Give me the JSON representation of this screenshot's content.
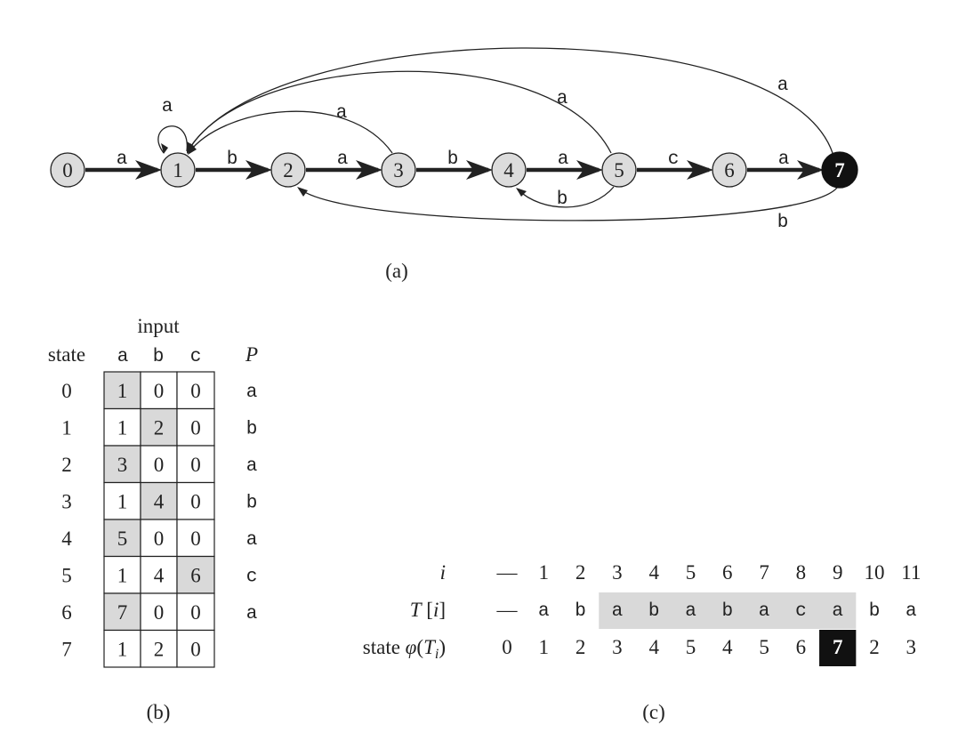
{
  "part_a": {
    "caption": "(a)",
    "states": [
      "0",
      "1",
      "2",
      "3",
      "4",
      "5",
      "6",
      "7"
    ],
    "accepting_state": "7",
    "forward_edges": [
      {
        "from": 0,
        "to": 1,
        "label": "a"
      },
      {
        "from": 1,
        "to": 2,
        "label": "b"
      },
      {
        "from": 2,
        "to": 3,
        "label": "a"
      },
      {
        "from": 3,
        "to": 4,
        "label": "b"
      },
      {
        "from": 4,
        "to": 5,
        "label": "a"
      },
      {
        "from": 5,
        "to": 6,
        "label": "c"
      },
      {
        "from": 6,
        "to": 7,
        "label": "a"
      }
    ],
    "back_edges": [
      {
        "from": 1,
        "to": 1,
        "label": "a"
      },
      {
        "from": 3,
        "to": 1,
        "label": "a"
      },
      {
        "from": 5,
        "to": 1,
        "label": "a"
      },
      {
        "from": 7,
        "to": 1,
        "label": "a"
      },
      {
        "from": 5,
        "to": 4,
        "label": "b"
      },
      {
        "from": 7,
        "to": 2,
        "label": "b"
      }
    ]
  },
  "part_b": {
    "caption": "(b)",
    "input_header": "input",
    "state_header": "state",
    "pattern_header": "P",
    "columns": [
      "a",
      "b",
      "c"
    ],
    "rows": [
      {
        "state": "0",
        "values": [
          "1",
          "0",
          "0"
        ],
        "highlight": 0,
        "p": "a"
      },
      {
        "state": "1",
        "values": [
          "1",
          "2",
          "0"
        ],
        "highlight": 1,
        "p": "b"
      },
      {
        "state": "2",
        "values": [
          "3",
          "0",
          "0"
        ],
        "highlight": 0,
        "p": "a"
      },
      {
        "state": "3",
        "values": [
          "1",
          "4",
          "0"
        ],
        "highlight": 1,
        "p": "b"
      },
      {
        "state": "4",
        "values": [
          "5",
          "0",
          "0"
        ],
        "highlight": 0,
        "p": "a"
      },
      {
        "state": "5",
        "values": [
          "1",
          "4",
          "6"
        ],
        "highlight": 2,
        "p": "c"
      },
      {
        "state": "6",
        "values": [
          "7",
          "0",
          "0"
        ],
        "highlight": 0,
        "p": "a"
      },
      {
        "state": "7",
        "values": [
          "1",
          "2",
          "0"
        ],
        "highlight": null,
        "p": ""
      }
    ]
  },
  "part_c": {
    "caption": "(c)",
    "row_labels": {
      "i": "i",
      "t": "T [i]",
      "state": "state φ(T i )"
    },
    "i": [
      "—",
      "1",
      "2",
      "3",
      "4",
      "5",
      "6",
      "7",
      "8",
      "9",
      "10",
      "11"
    ],
    "t": [
      "—",
      "a",
      "b",
      "a",
      "b",
      "a",
      "b",
      "a",
      "c",
      "a",
      "b",
      "a"
    ],
    "state": [
      "0",
      "1",
      "2",
      "3",
      "4",
      "5",
      "4",
      "5",
      "6",
      "7",
      "2",
      "3"
    ],
    "match_range": [
      3,
      9
    ],
    "accept_index": 9
  },
  "colors": {
    "state_fill": "#dcdcdc",
    "accept_fill": "#111111",
    "highlight": "#d9d9d9",
    "stroke": "#222222"
  }
}
